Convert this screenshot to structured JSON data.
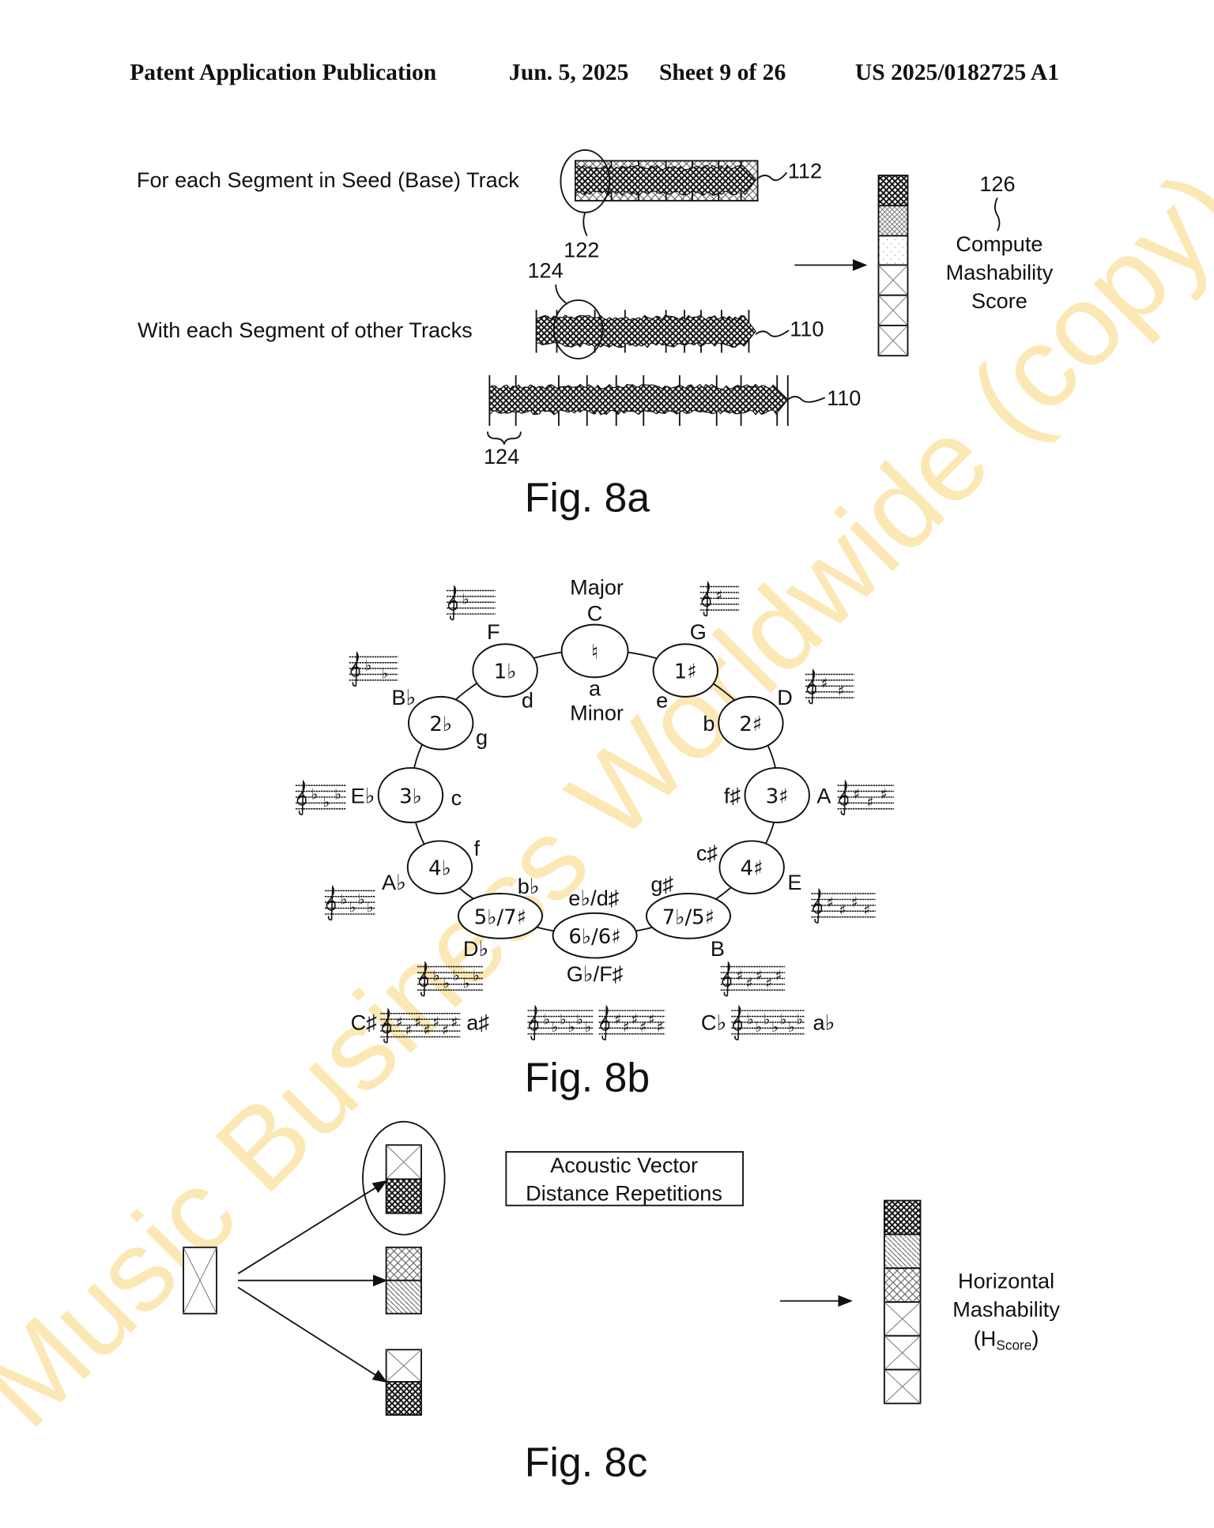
{
  "header": {
    "publication": "Patent Application Publication",
    "date": "Jun. 5, 2025",
    "sheet": "Sheet 9 of 26",
    "number": "US 2025/0182725 A1"
  },
  "fig8a": {
    "seed_label": "For each Segment in Seed (Base) Track",
    "other_label": "With each Segment of other Tracks",
    "ref_112": "112",
    "ref_122": "122",
    "ref_124a": "124",
    "ref_110a": "110",
    "ref_110b": "110",
    "ref_124b": "124",
    "ref_126": "126",
    "score_line1": "Compute",
    "score_line2": "Mashability",
    "score_line3": "Score",
    "caption": "Fig. 8a"
  },
  "fig8b": {
    "major": "Major",
    "minor": "Minor",
    "nodes": [
      "♮",
      "1♭",
      "1♯",
      "2♭",
      "2♯",
      "3♭",
      "3♯",
      "4♭",
      "4♯",
      "5♭/7♯",
      "7♭/5♯",
      "6♭/6♯"
    ],
    "labels": {
      "C": "C",
      "a": "a",
      "F": "F",
      "d": "d",
      "G": "G",
      "e": "e",
      "Bb": "B♭",
      "g": "g",
      "D": "D",
      "b": "b",
      "Eb": "E♭",
      "c": "c",
      "fs": "f♯",
      "A": "A",
      "f": "f",
      "Ab": "A♭",
      "cs": "c♯",
      "E": "E",
      "bb": "b♭",
      "ebds": "e♭/d♯",
      "gs": "g♯",
      "Db": "D♭",
      "B": "B",
      "GbFs": "G♭/F♯",
      "Cs": "C♯",
      "as": "a♯",
      "Cb": "C♭",
      "ab": "a♭"
    },
    "caption": "Fig. 8b"
  },
  "fig8c": {
    "box_line1": "Acoustic Vector",
    "box_line2": "Distance Repetitions",
    "score_line1": "Horizontal",
    "score_line2": "Mashability",
    "score_paren_open": "(H",
    "score_sub": "Score",
    "score_paren_close": ")",
    "caption": "Fig. 8c"
  },
  "watermark": "Music Business Worldwide (copy)"
}
